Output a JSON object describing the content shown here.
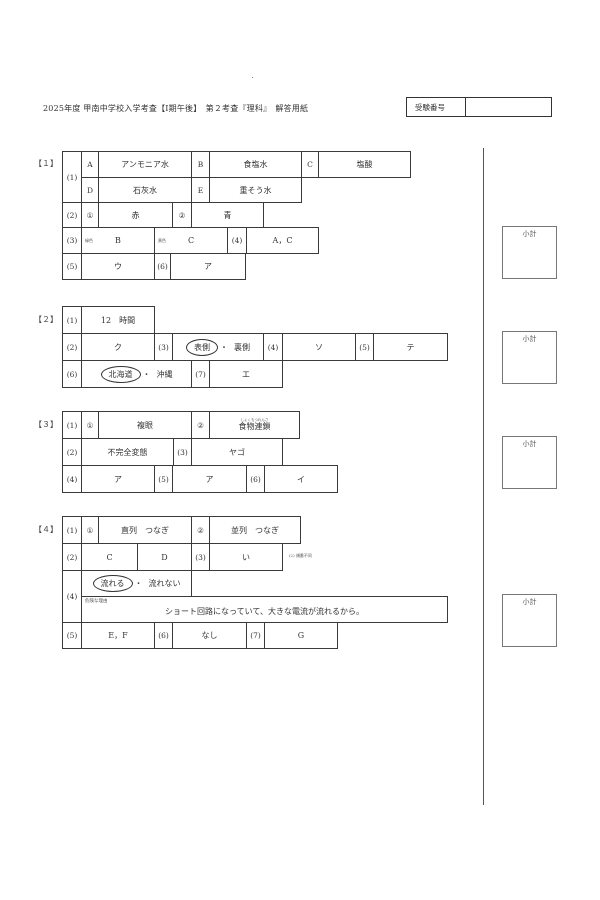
{
  "header": {
    "title": "2025年度 甲南中学校入学考査【Ⅰ期午後】　第２考査『理科』　解答用紙",
    "exam_number_label": "受験番号",
    "exam_number_value": ""
  },
  "subtotal_label": "小計",
  "sections": {
    "s1": {
      "label": "【１】",
      "q1": {
        "num": "(1)",
        "A_key": "A",
        "A_val": "アンモニア水",
        "B_key": "B",
        "B_val": "食塩水",
        "C_key": "C",
        "C_val": "塩酸",
        "D_key": "D",
        "D_val": "石灰水",
        "E_key": "E",
        "E_val": "重そう水"
      },
      "q2": {
        "num": "(2)",
        "c1": "①",
        "v1": "赤",
        "c2": "②",
        "v2": "青"
      },
      "q3": {
        "num": "(3)",
        "tag1": "緑色",
        "v1": "B",
        "tag2": "黄色",
        "v2": "C"
      },
      "q4": {
        "num": "(4)",
        "val": "A，C"
      },
      "q5": {
        "num": "(5)",
        "val": "ウ"
      },
      "q6": {
        "num": "(6)",
        "val": "ア"
      }
    },
    "s2": {
      "label": "【２】",
      "q1": {
        "num": "(1)",
        "val": "12　時間"
      },
      "q2": {
        "num": "(2)",
        "val": "ク"
      },
      "q3": {
        "num": "(3)",
        "circled": "表側",
        "sep": "・",
        "other": "裏側"
      },
      "q4": {
        "num": "(4)",
        "val": "ソ"
      },
      "q5": {
        "num": "(5)",
        "val": "テ"
      },
      "q6": {
        "num": "(6)",
        "circled": "北海道",
        "sep": "・",
        "other": "沖縄"
      },
      "q7": {
        "num": "(7)",
        "val": "エ"
      }
    },
    "s3": {
      "label": "【３】",
      "q1": {
        "num": "(1)",
        "c1": "①",
        "v1": "複眼",
        "c2": "②",
        "v2": "食物連鎖",
        "v2_ruby": "しょくもつれんさ"
      },
      "q2": {
        "num": "(2)",
        "val": "不完全変態"
      },
      "q3": {
        "num": "(3)",
        "val": "ヤゴ"
      },
      "q4": {
        "num": "(4)",
        "val": "ア"
      },
      "q5": {
        "num": "(5)",
        "val": "ア"
      },
      "q6": {
        "num": "(6)",
        "val": "イ"
      }
    },
    "s4": {
      "label": "【４】",
      "q1": {
        "num": "(1)",
        "c1": "①",
        "v1": "直列　つなぎ",
        "c2": "②",
        "v2": "並列　つなぎ"
      },
      "q2": {
        "num": "(2)",
        "v1": "C",
        "v2": "D",
        "note": "(2) 順番不同"
      },
      "q3": {
        "num": "(3)",
        "val": "い"
      },
      "q4": {
        "num": "(4)",
        "circled": "流れる",
        "sep": "・",
        "other": "流れない",
        "reason_label": "危険な理由",
        "reason": "ショート回路になっていて、大きな電流が流れるから。"
      },
      "q5": {
        "num": "(5)",
        "val": "E，F"
      },
      "q6": {
        "num": "(6)",
        "val": "なし"
      },
      "q7": {
        "num": "(7)",
        "val": "G"
      }
    }
  }
}
